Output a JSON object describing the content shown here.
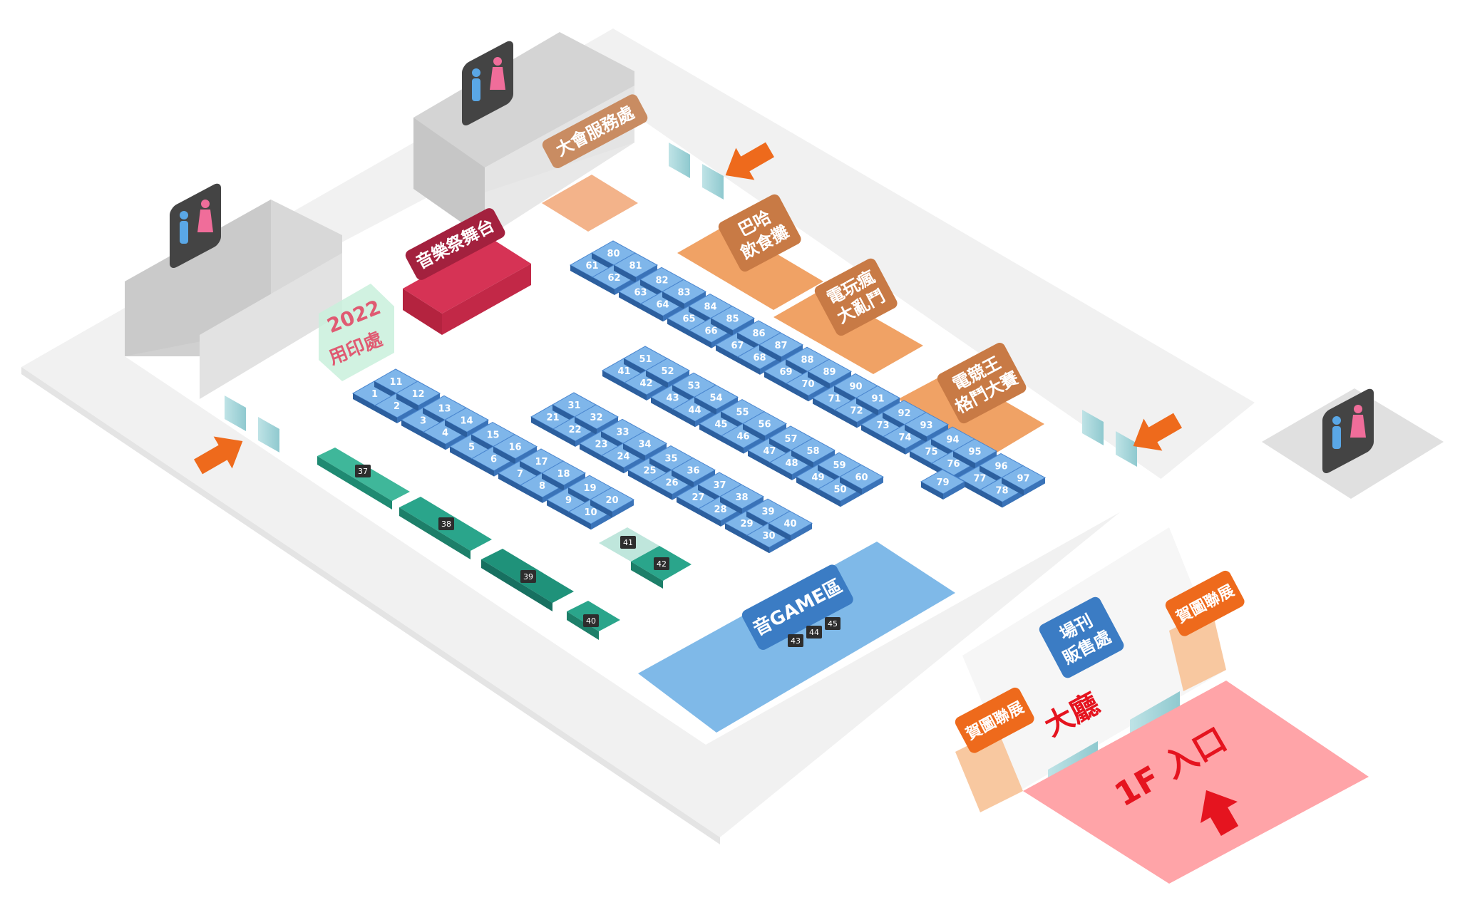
{
  "colors": {
    "floor": "#f1f1f1",
    "floor_edge": "#e6e6e6",
    "wall_gray": "#cfcfcf",
    "booth_top": "#7fb6ea",
    "booth_top_dark": "#4a86cf",
    "booth_side": "#2c5f9e",
    "orange": "#f09a55",
    "orange_label": "#c87a45",
    "stage_red": "#d63355",
    "teal": "#2aa58b",
    "game_blue": "#7fb9e8",
    "entrance_pink": "#ffa4a8",
    "accent_red": "#e5141f",
    "arrow_orange": "#ee6a1c"
  },
  "labels": {
    "service_desk": "大會服務處",
    "music_stage": "音樂祭舞台",
    "printing": "用印處",
    "printing_logo": "2022",
    "bahamut_food": [
      "巴哈",
      "飲食攤"
    ],
    "video_game_brawl": [
      "電玩瘋",
      "大亂鬥"
    ],
    "esports_fighting": [
      "電競王",
      "格鬥大賽"
    ],
    "game_area": "音GAME區",
    "program_sales": [
      "場刊",
      "販售處"
    ],
    "fan_art_left": "賀圖聯展",
    "fan_art_right": "賀圖聯展",
    "lobby": "大廳",
    "entrance": "1F 入口"
  },
  "icons": {
    "restroom": "restroom-icon",
    "entry_arrow": "arrow-icon"
  },
  "booths": {
    "block1_top": [
      "1",
      "2",
      "3",
      "4",
      "5",
      "6",
      "7",
      "8",
      "9",
      "10"
    ],
    "block1_bottom": [
      "11",
      "12",
      "13",
      "14",
      "15",
      "16",
      "17",
      "18",
      "19",
      "20"
    ],
    "block2_top": [
      "21",
      "22",
      "23",
      "24",
      "25",
      "26",
      "27",
      "28",
      "29",
      "30"
    ],
    "block2_bottom": [
      "31",
      "32",
      "33",
      "34",
      "35",
      "36",
      "37",
      "38",
      "39",
      "40"
    ],
    "block3_top": [
      "41",
      "42",
      "43",
      "44",
      "45",
      "46",
      "47",
      "48",
      "49",
      "50"
    ],
    "block3_bottom": [
      "51",
      "52",
      "53",
      "54",
      "55",
      "56",
      "57",
      "58",
      "59",
      "60"
    ],
    "block4_top": [
      "61",
      "62",
      "63",
      "64",
      "65",
      "66",
      "67",
      "68",
      "69",
      "70",
      "71",
      "72",
      "73",
      "74",
      "75",
      "76",
      "77",
      "78"
    ],
    "block4_bottom": [
      "80",
      "81",
      "82",
      "83",
      "84",
      "85",
      "86",
      "87",
      "88",
      "89",
      "90",
      "91",
      "92",
      "93",
      "94",
      "95",
      "96",
      "97"
    ],
    "block4_extra": "79",
    "teal_tags": [
      "37",
      "38",
      "39",
      "40"
    ],
    "small_tags": [
      "41",
      "42"
    ],
    "game_tags": [
      "43",
      "44",
      "45"
    ]
  }
}
